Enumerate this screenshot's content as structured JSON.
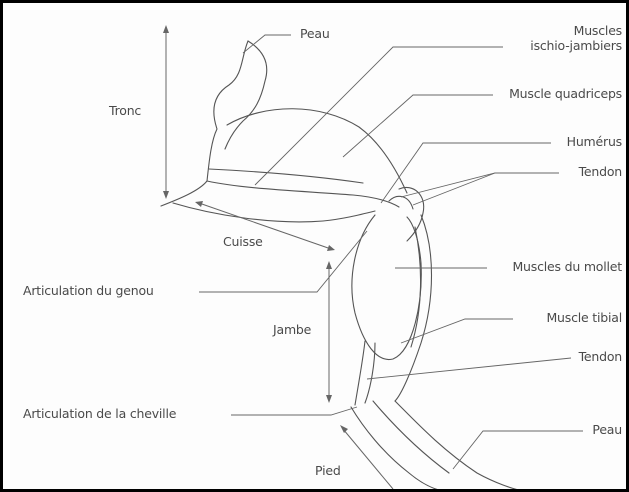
{
  "labels": {
    "peau_top": "Peau",
    "muscles_ischio_1": "Muscles",
    "muscles_ischio_2": "ischio-jambiers",
    "tronc": "Tronc",
    "muscle_quadriceps": "Muscle quadriceps",
    "humerus": "Humérus",
    "tendon_top": "Tendon",
    "cuisse": "Cuisse",
    "articulation_genou": "Articulation du genou",
    "muscles_mollet": "Muscles du mollet",
    "jambe": "Jambe",
    "muscle_tibial": "Muscle tibial",
    "tendon_bottom": "Tendon",
    "articulation_cheville": "Articulation de la cheville",
    "peau_bottom": "Peau",
    "pied": "Pied"
  },
  "colors": {
    "ink": "#555555",
    "leader": "#666666",
    "border": "#000000"
  }
}
